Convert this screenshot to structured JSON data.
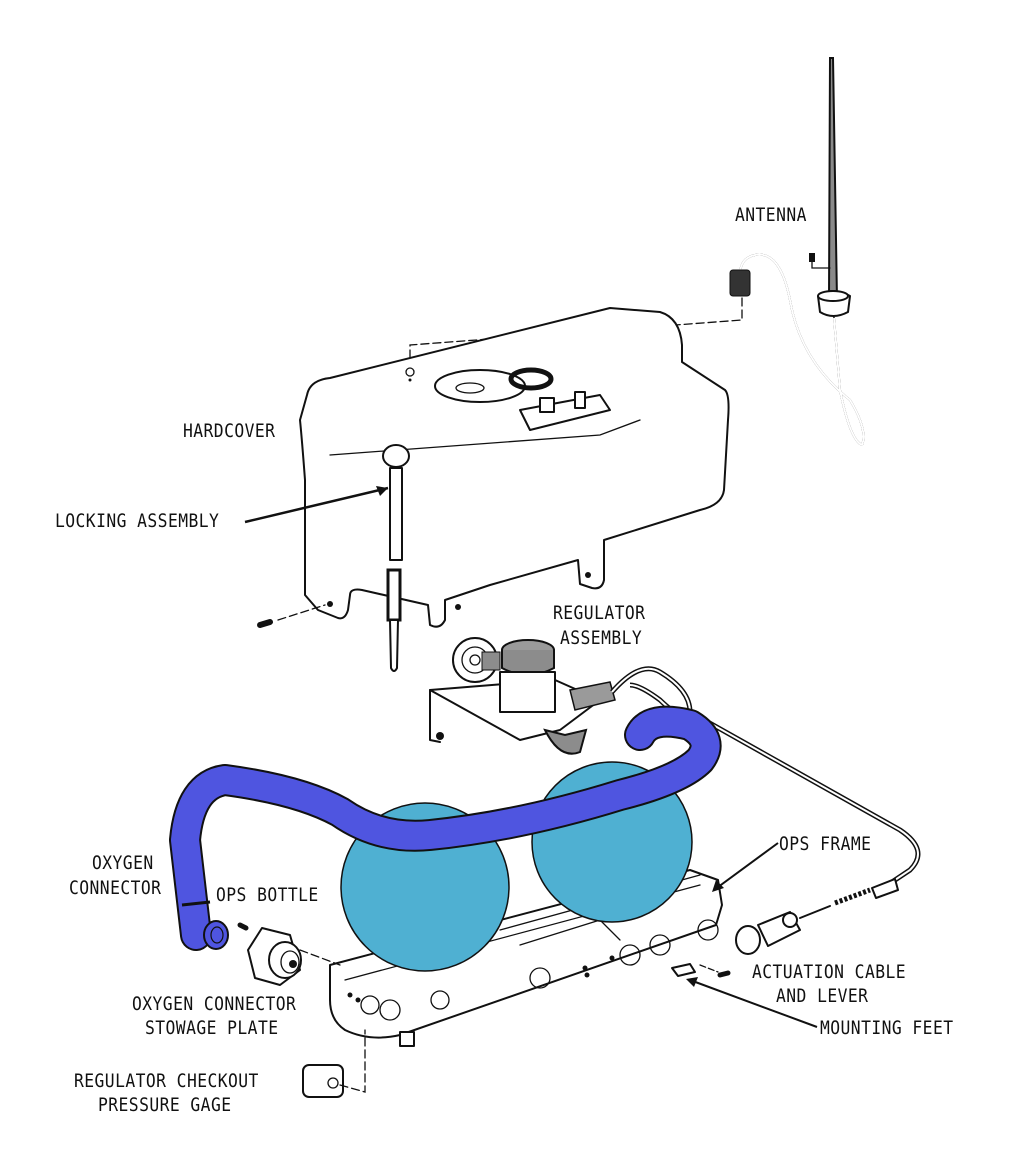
{
  "figure": {
    "title": "Oxygen Pack System (OPS) exploded view",
    "labels": {
      "antenna": "ANTENNA",
      "hardcover": "HARDCOVER",
      "locking_assembly": "LOCKING ASSEMBLY",
      "regulator_assembly_line1": "REGULATOR",
      "regulator_assembly_line2": "ASSEMBLY",
      "oxygen_connector_line1": "OXYGEN",
      "oxygen_connector_line2": "CONNECTOR",
      "ops_bottle": "OPS BOTTLE",
      "ops_frame": "OPS FRAME",
      "oxygen_connector_stowage_plate_line1": "OXYGEN CONNECTOR",
      "oxygen_connector_stowage_plate_line2": "STOWAGE PLATE",
      "actuation_cable_line1": "ACTUATION CABLE",
      "actuation_cable_line2": "AND LEVER",
      "mounting_feet": "MOUNTING FEET",
      "regulator_checkout_line1": "REGULATOR CHECKOUT",
      "regulator_checkout_line2": "PRESSURE GAGE"
    },
    "colors": {
      "hose": "#4f55e0",
      "bottle": "#4fb0d2",
      "ink": "#111111",
      "regulator_gray": "#8c8c8c"
    }
  }
}
